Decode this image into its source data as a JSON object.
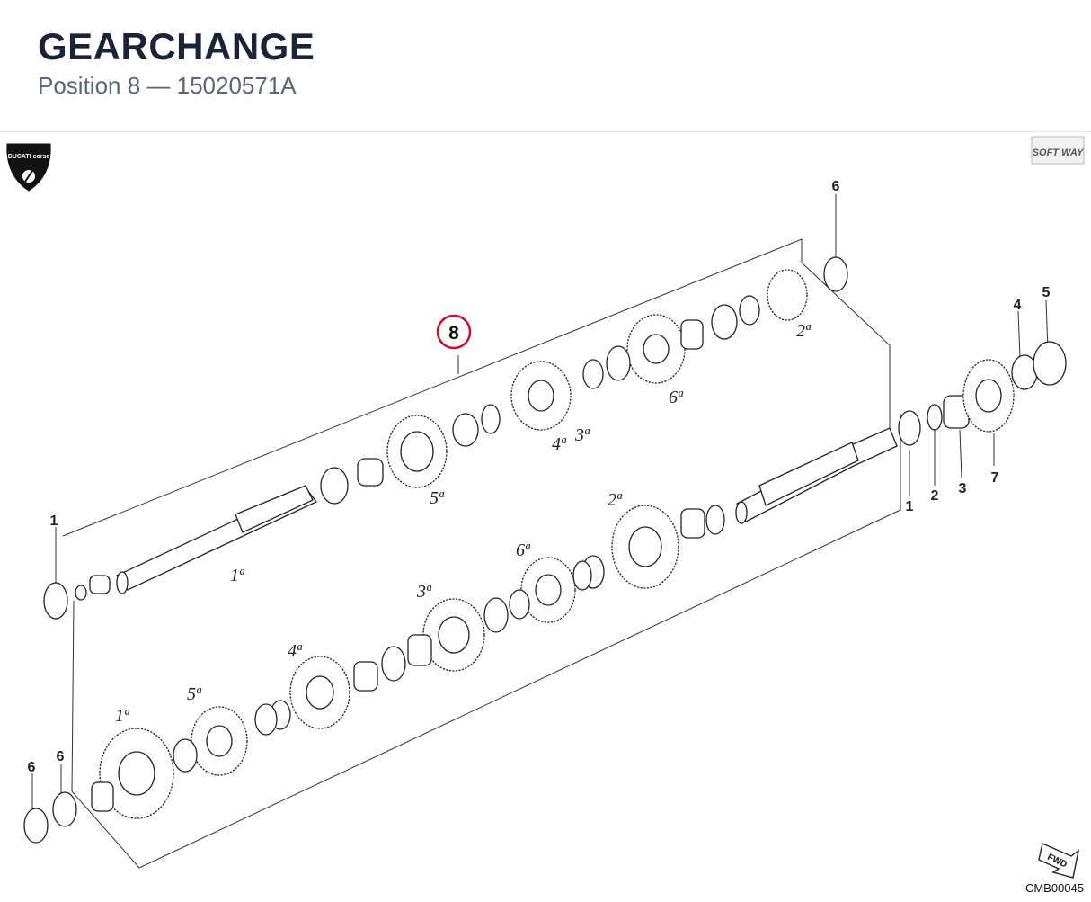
{
  "header": {
    "title": "GEARCHANGE",
    "subtitle": "Position 8 — 15020571A"
  },
  "logos": {
    "left_brand": "DUCATI corse",
    "right_brand": "SOFT WAY"
  },
  "highlight": {
    "label": "8",
    "color": "#c8102e"
  },
  "callouts": {
    "c6_top": "6",
    "c5": "5",
    "c4": "4",
    "c1_left": "1",
    "c1_right": "1",
    "c2": "2",
    "c3": "3",
    "c7": "7",
    "c6_bl1": "6",
    "c6_bl2": "6"
  },
  "gear_labels": {
    "top_2": "2ª",
    "top_6": "6ª",
    "top_4": "4ª",
    "top_3": "3ª",
    "top_5": "5ª",
    "top_1": "1ª",
    "bot_2": "2ª",
    "bot_6": "6ª",
    "bot_3": "3ª",
    "bot_4": "4ª",
    "bot_5": "5ª",
    "bot_1": "1ª"
  },
  "footer": {
    "fwd": "FWD",
    "code": "CMB00045"
  }
}
